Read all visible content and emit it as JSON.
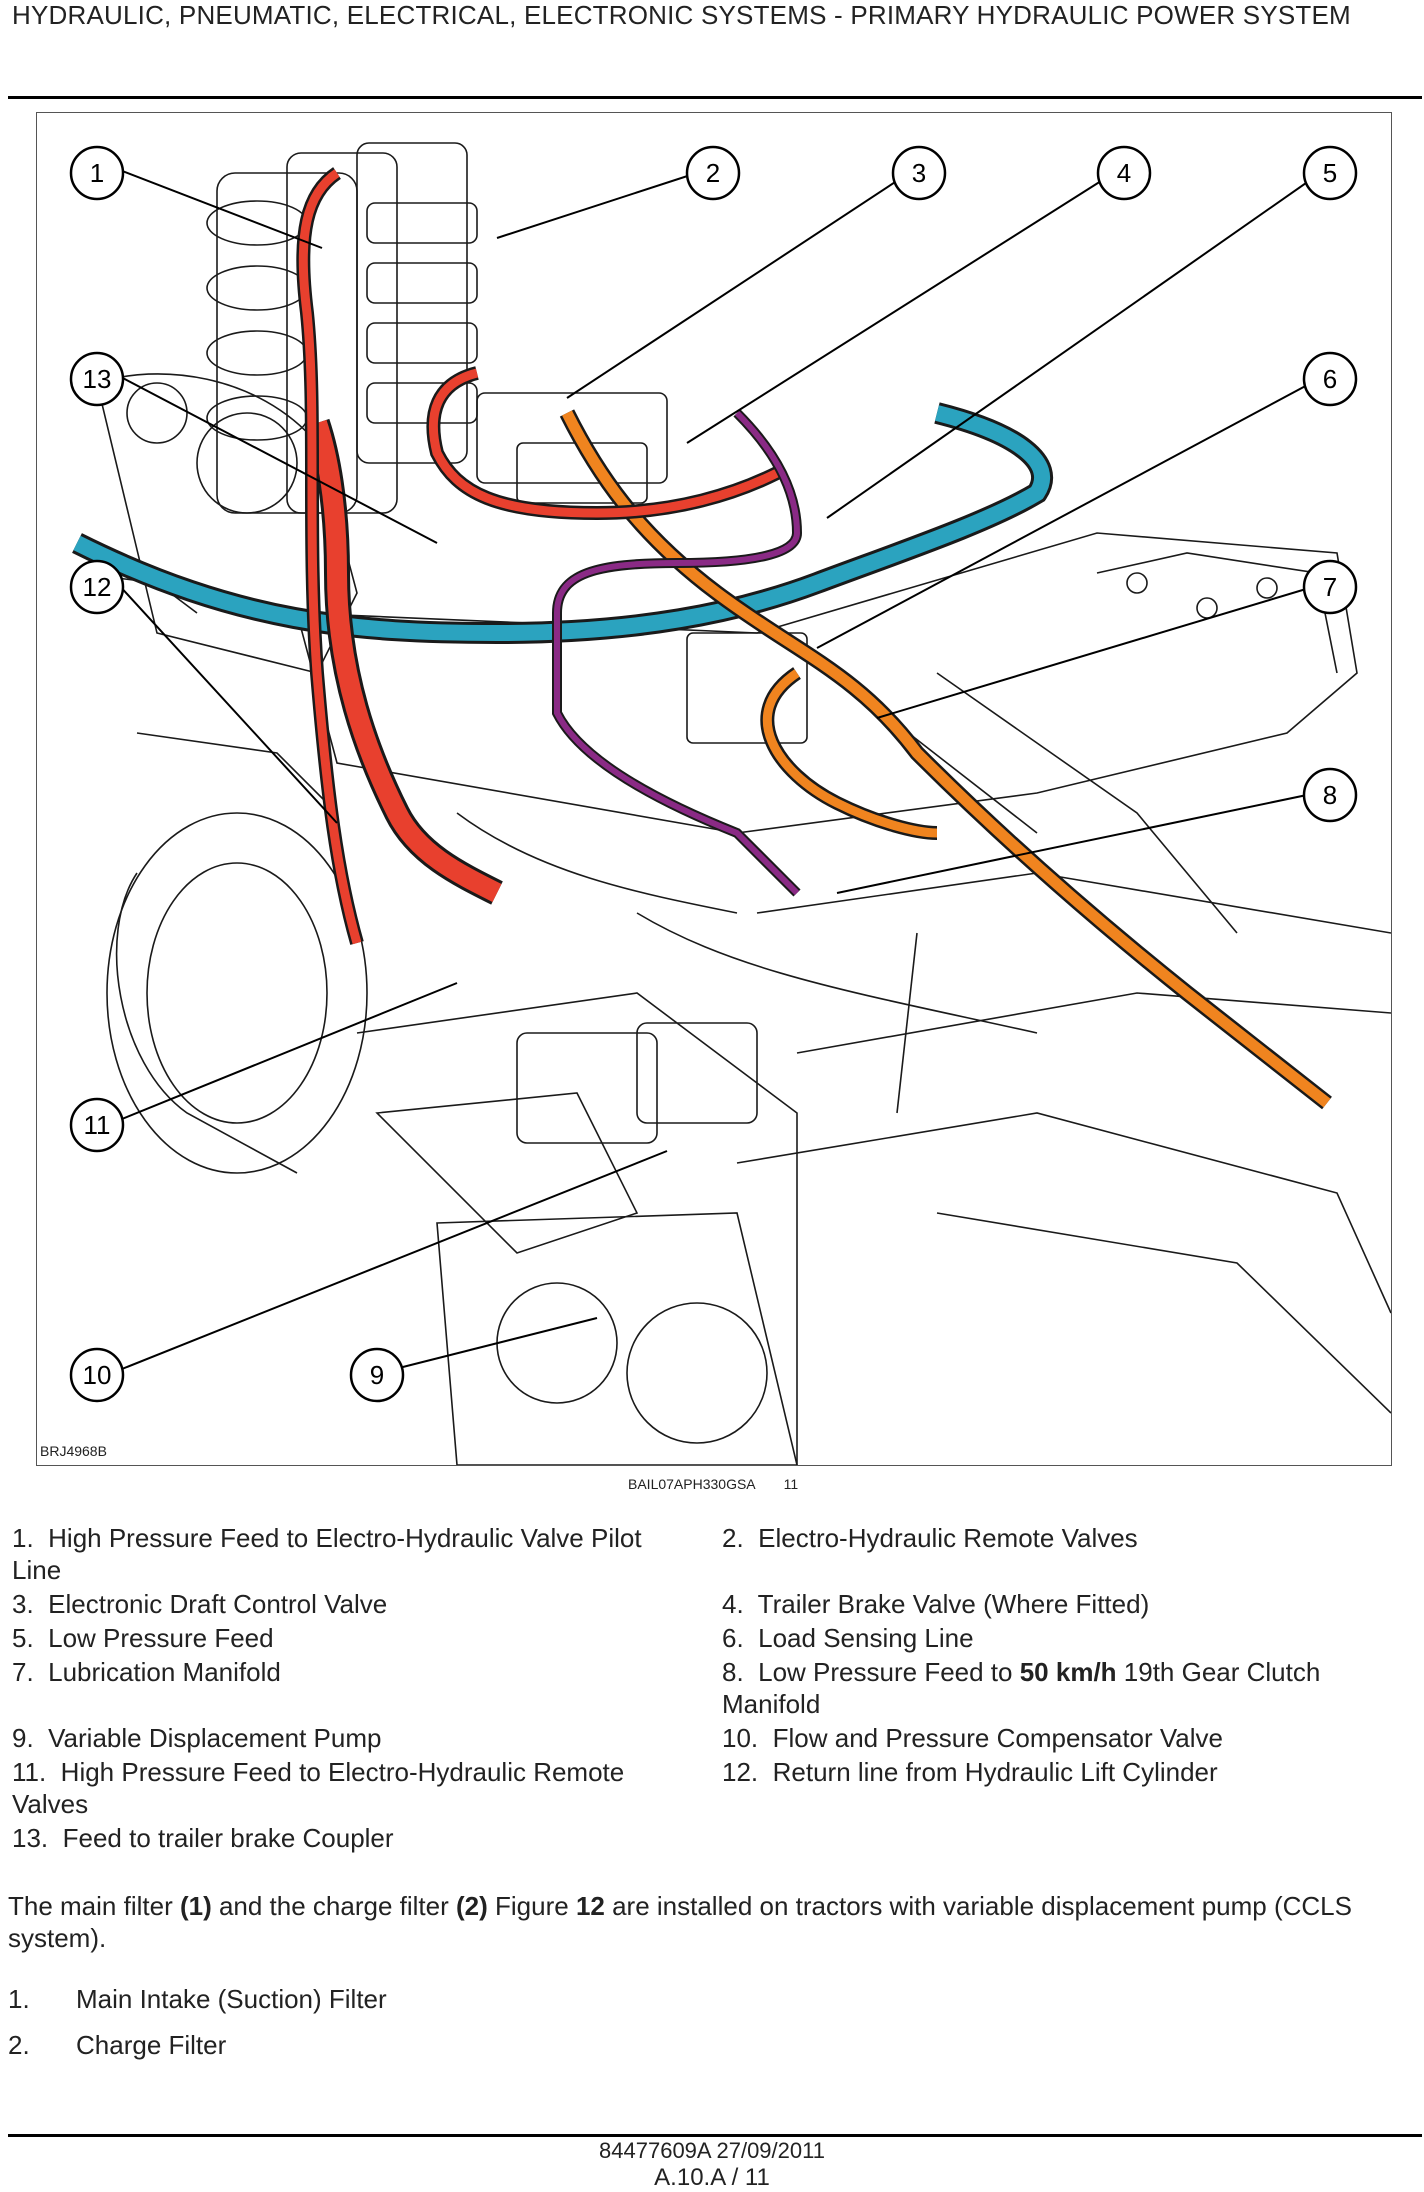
{
  "header": {
    "title": "HYDRAULIC, PNEUMATIC, ELECTRICAL, ELECTRONIC SYSTEMS - PRIMARY HYDRAULIC POWER SYSTEM"
  },
  "figure": {
    "ref_code": "BRJ4968B",
    "caption_code": "BAIL07APH330GSA",
    "caption_number": "11",
    "callouts": [
      "1",
      "2",
      "3",
      "4",
      "5",
      "6",
      "7",
      "8",
      "9",
      "10",
      "11",
      "12",
      "13"
    ],
    "colors": {
      "high_pressure": "#e8402e",
      "low_pressure": "#f0841f",
      "return": "#2ba3bf",
      "load_sensing": "#8a2a85",
      "outline": "#1a1a1a"
    }
  },
  "legend": {
    "items": [
      {
        "num": "1.",
        "text": "High Pressure Feed to Electro-Hydraulic Valve Pilot Line"
      },
      {
        "num": "2.",
        "text": "Electro-Hydraulic Remote Valves"
      },
      {
        "num": "3.",
        "text": "Electronic Draft Control Valve"
      },
      {
        "num": "4.",
        "text": "Trailer Brake Valve (Where Fitted)"
      },
      {
        "num": "5.",
        "text": "Low Pressure Feed"
      },
      {
        "num": "6.",
        "text": "Load Sensing Line"
      },
      {
        "num": "7.",
        "text": "Lubrication Manifold"
      },
      {
        "num": "8.",
        "text_before": "Low Pressure Feed to ",
        "text_bold": "50 km/h",
        "text_after": " 19th Gear Clutch Manifold"
      },
      {
        "num": "9.",
        "text": "Variable Displacement Pump"
      },
      {
        "num": "10.",
        "text": "Flow and Pressure Compensator Valve"
      },
      {
        "num": "11.",
        "text": "High Pressure Feed to Electro-Hydraulic Remote Valves"
      },
      {
        "num": "12.",
        "text": "Return line from Hydraulic Lift Cylinder"
      },
      {
        "num": "13.",
        "text": "Feed to trailer brake Coupler"
      }
    ]
  },
  "paragraph": {
    "p1": "The main filter ",
    "b1": "(1)",
    "p2": " and the charge filter ",
    "b2": "(2)",
    "p3": " Figure ",
    "b3": "12",
    "p4": " are installed on tractors with variable displacement pump (CCLS system)."
  },
  "filters": [
    {
      "num": "1.",
      "text": "Main Intake (Suction) Filter"
    },
    {
      "num": "2.",
      "text": "Charge Filter"
    }
  ],
  "footer": {
    "code": "84477609A 27/09/2011",
    "page": "A.10.A / 11"
  }
}
